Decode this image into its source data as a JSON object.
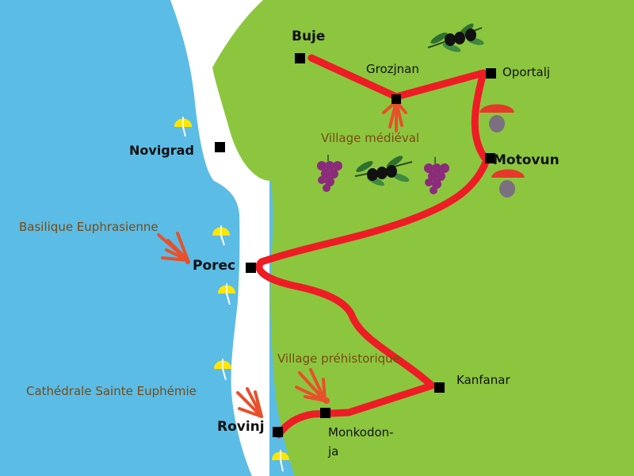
{
  "towns": {
    "buje": "Buje",
    "grozjnan": "Grozjnan",
    "oportalj": "Oportalj",
    "motovun": "Motovun",
    "novigrad": "Novigrad",
    "porec": "Porec",
    "kanfanar": "Kanfanar",
    "monkodonja_line1": "Monkodon-",
    "monkodonja_line2": "ja",
    "rovinj": "Rovinj"
  },
  "annotations": {
    "village_medieval": "Village médiéval",
    "basilique": "Basilique Euphrasienne",
    "village_prehistorique": "Village préhistorique",
    "cathedrale": "Cathédrale Sainte Euphémie"
  },
  "colors": {
    "sea": "#5bbce6",
    "coast": "#ffffff",
    "land": "#8cc63f",
    "route": "#ee1c25",
    "town_marker": "#000000",
    "note_text": "#7a4a12",
    "burst": "#e8502a"
  },
  "icons": [
    "olive-branch-icon",
    "grape-bunch-icon",
    "mushroom-icon",
    "beach-umbrella-icon",
    "landmark-burst-icon"
  ]
}
